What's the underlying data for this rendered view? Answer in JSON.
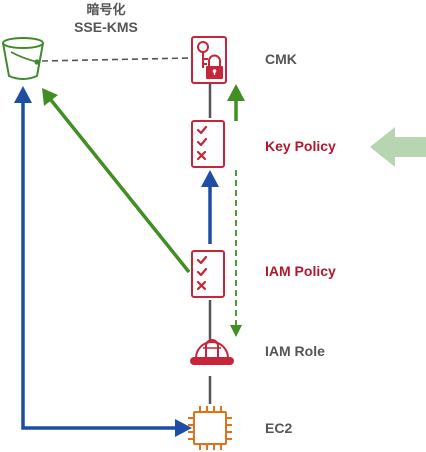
{
  "encryption": {
    "line1": "暗号化",
    "line2": "SSE-KMS"
  },
  "labels": {
    "cmk": "CMK",
    "key_policy": "Key Policy",
    "iam_policy": "IAM Policy",
    "iam_role": "IAM Role",
    "ec2": "EC2"
  },
  "colors": {
    "bucket_green": "#3d8a2a",
    "kms_red": "#c7253a",
    "arrow_blue": "#1d4ea3",
    "arrow_green": "#3f8f22",
    "highlight_arrow": "#b7d5b1",
    "ec2_orange": "#e0731a",
    "connector_gray": "#555555"
  },
  "icons": {
    "bucket": "s3-bucket-icon",
    "cmk": "kms-key-lock-icon",
    "key_policy": "policy-checklist-icon",
    "iam_policy": "policy-checklist-icon",
    "iam_role": "hard-hat-icon",
    "ec2": "chip-icon",
    "pointer": "pointer-arrow-icon"
  }
}
